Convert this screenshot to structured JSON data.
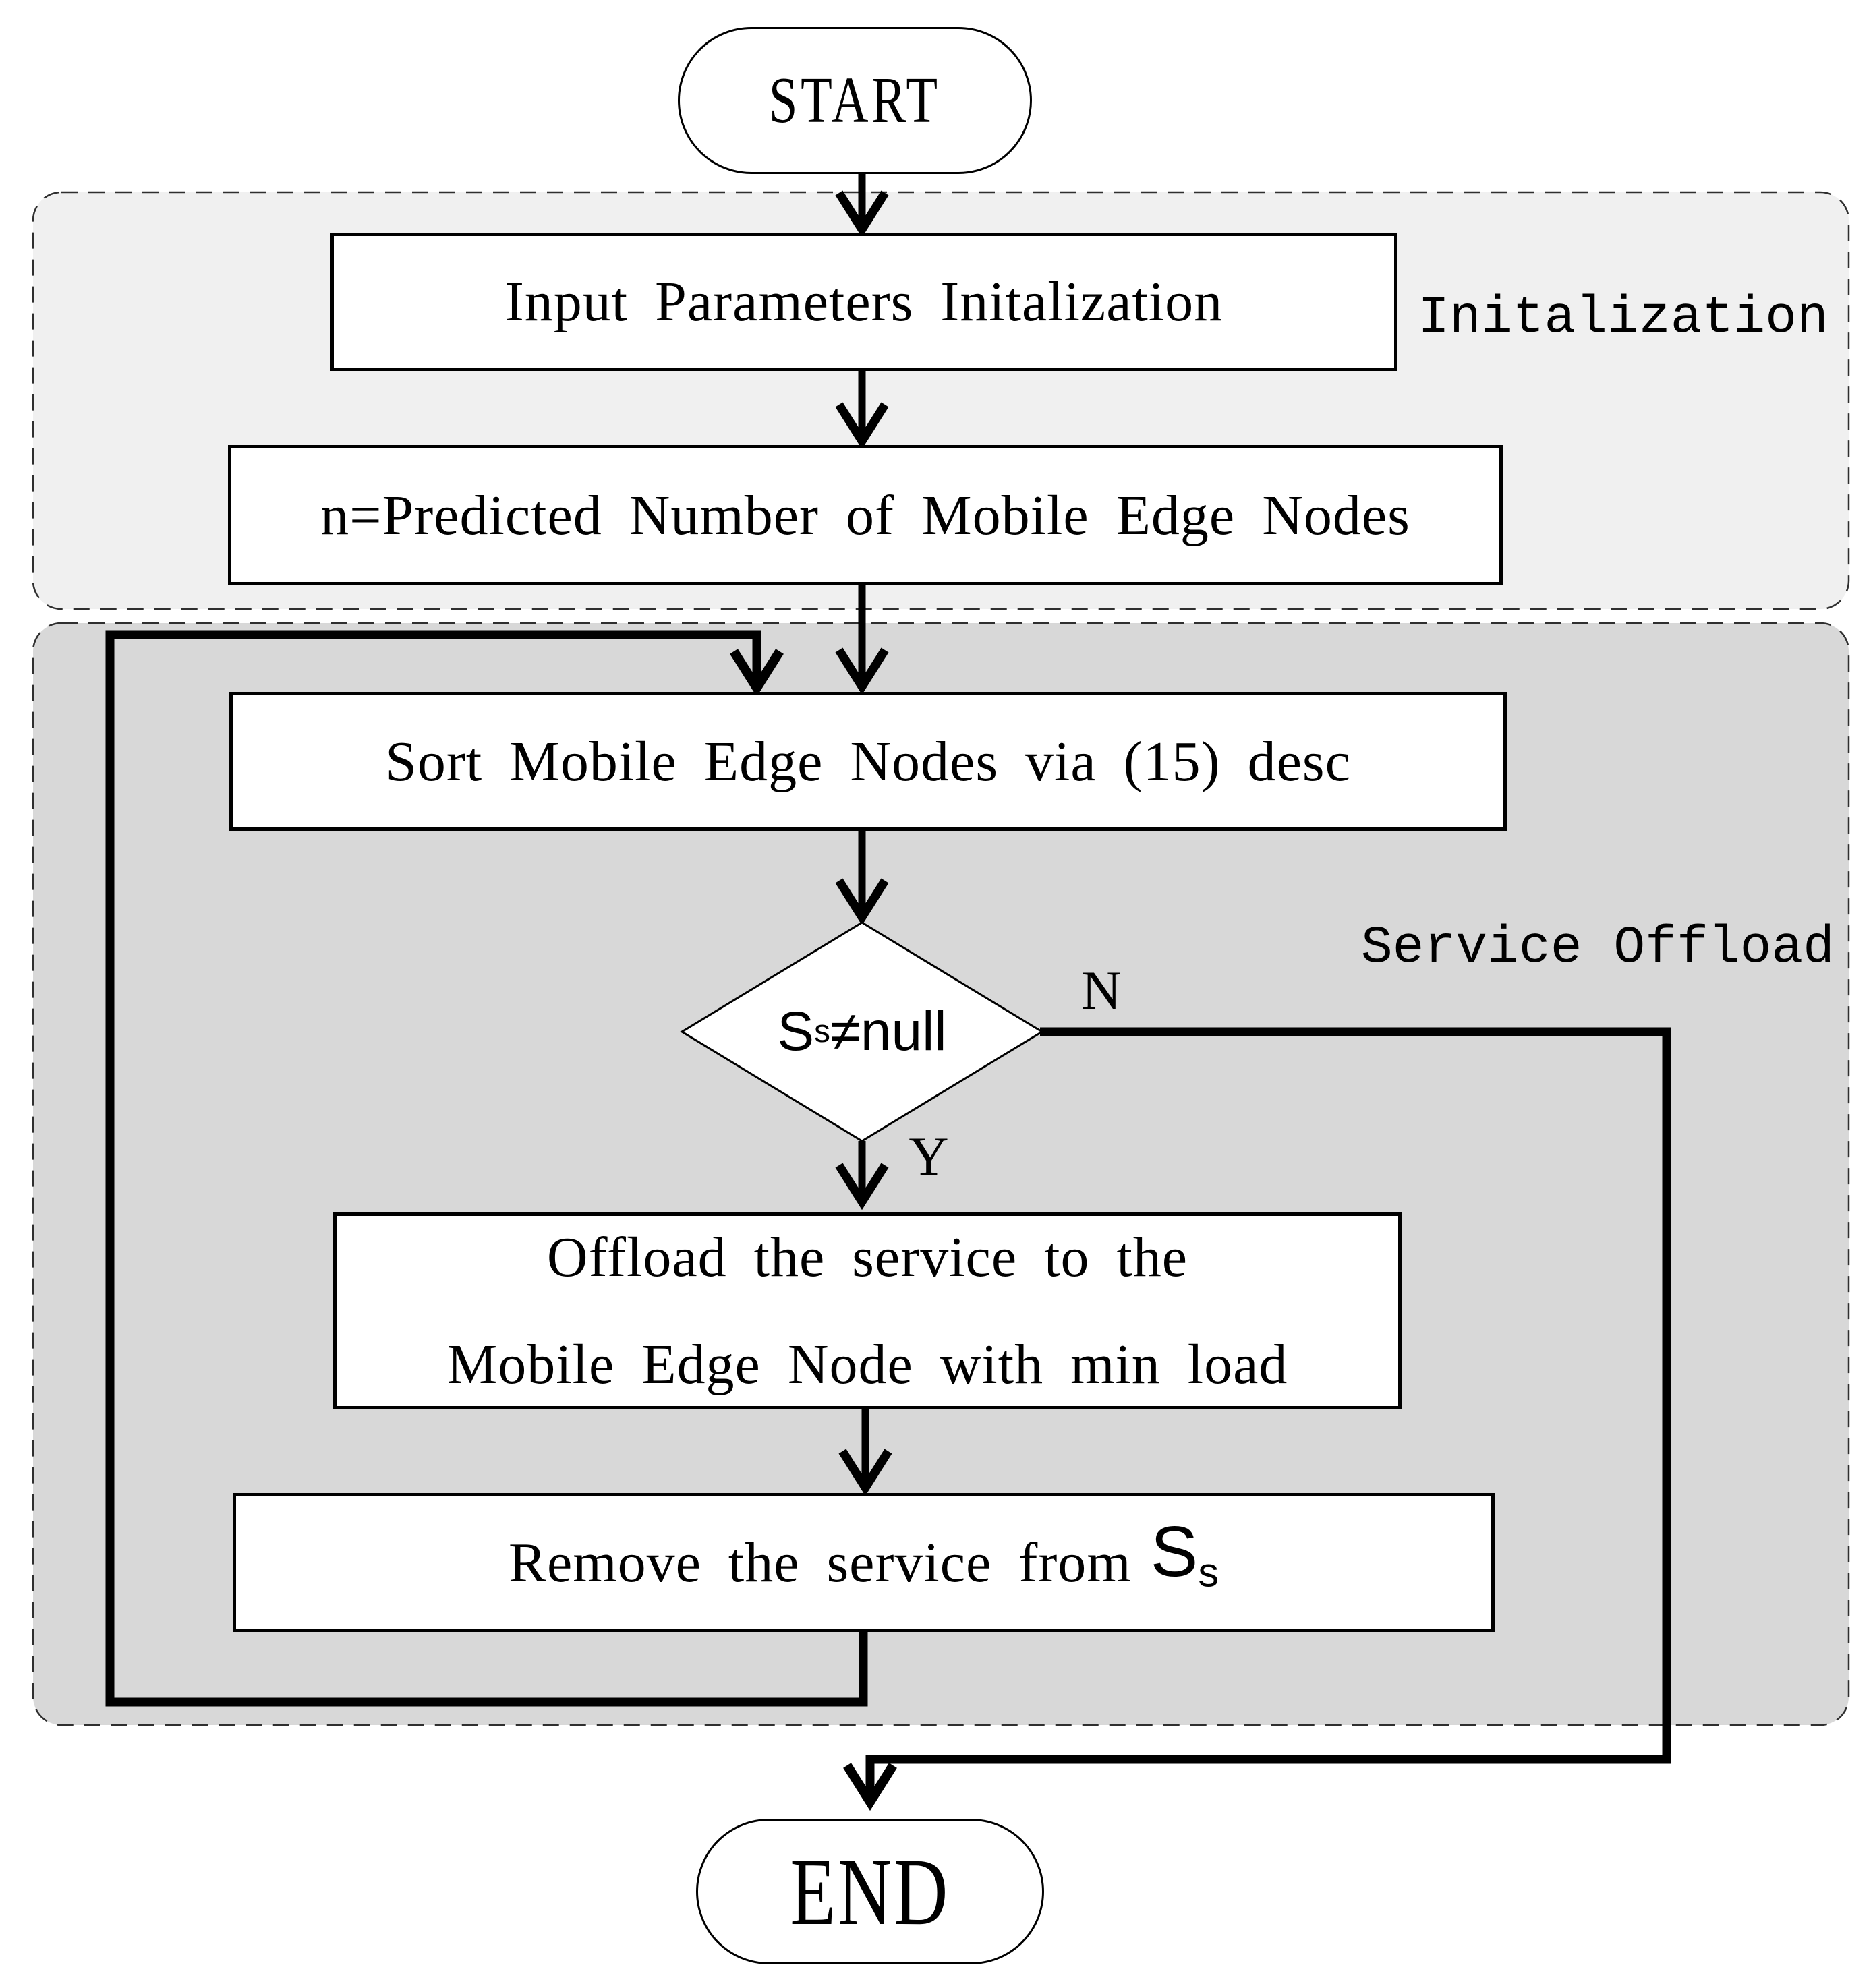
{
  "colors": {
    "region_init_fill": "#f0f0f0",
    "region_offload_fill": "#d8d8d8"
  },
  "terminals": {
    "start": "START",
    "end": "END"
  },
  "regions": {
    "init_label": "Initalization",
    "offload_label": "Service Offload"
  },
  "boxes": {
    "input_params": "Input Parameters Initalization",
    "predict_nodes": "n=Predicted Number of Mobile Edge Nodes",
    "sort_nodes": "Sort Mobile Edge Nodes via (15) desc",
    "offload_line1": "Offload the service to the",
    "offload_line2": "Mobile Edge Node with min load",
    "remove_prefix": "Remove the service from",
    "set_symbol": "S",
    "set_symbol_sub": "s"
  },
  "decision": {
    "set_symbol": "S",
    "set_symbol_sub": "s",
    "operator_rest": "≠null",
    "yes_label": "Y",
    "no_label": "N"
  }
}
